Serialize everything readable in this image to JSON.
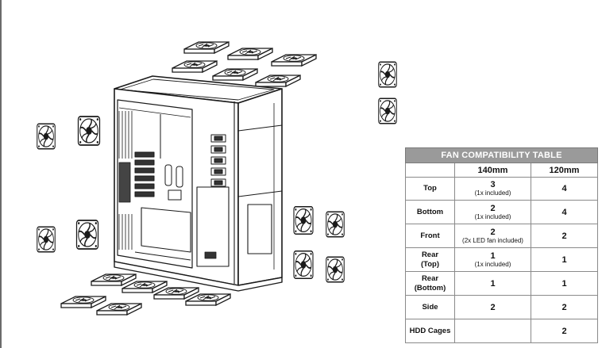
{
  "table": {
    "title": "FAN COMPATIBILITY TABLE",
    "columns": [
      "140mm",
      "120mm"
    ],
    "rows": [
      {
        "label": [
          "Top"
        ],
        "c140": "3",
        "c140_note": "(1x included)",
        "c120": "4"
      },
      {
        "label": [
          "Bottom"
        ],
        "c140": "2",
        "c140_note": "(1x included)",
        "c120": "4"
      },
      {
        "label": [
          "Front"
        ],
        "c140": "2",
        "c140_note": "(2x LED fan included)",
        "c120": "2"
      },
      {
        "label": [
          "Rear",
          "(Top)"
        ],
        "c140": "1",
        "c140_note": "(1x included)",
        "c120": "1"
      },
      {
        "label": [
          "Rear",
          "(Bottom)"
        ],
        "c140": "1",
        "c140_note": "",
        "c120": "1"
      },
      {
        "label": [
          "Side"
        ],
        "c140": "2",
        "c140_note": "",
        "c120": "2"
      },
      {
        "label": [
          "HDD Cages"
        ],
        "c140": "",
        "c140_note": "",
        "c120": "2"
      }
    ]
  },
  "illustration": {
    "icons": [
      "pc-case",
      "case-fan"
    ],
    "stroke": "#1a1a1a",
    "header_color": "#9a9a9a"
  }
}
